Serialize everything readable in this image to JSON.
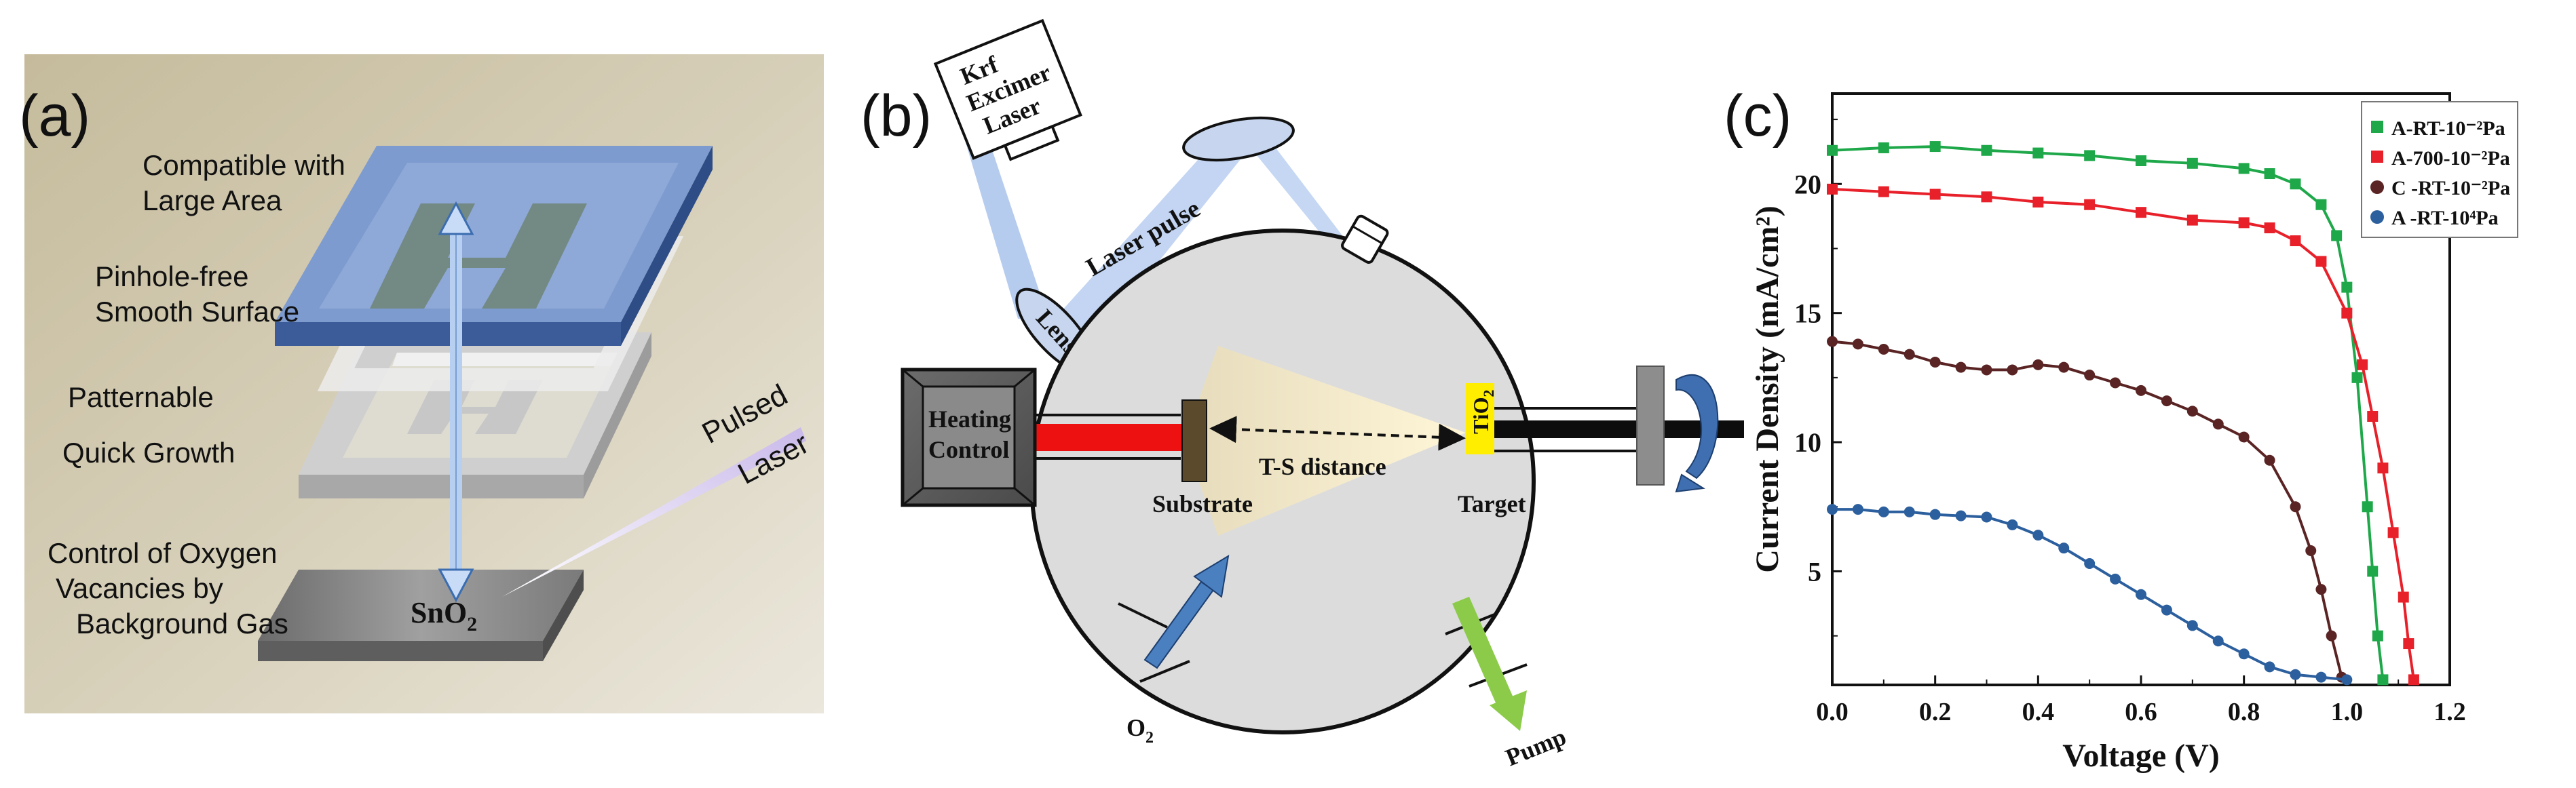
{
  "panel_a": {
    "label": "(a)",
    "texts": {
      "compatible_1": "Compatible with",
      "compatible_2": "Large Area",
      "pinhole_1": "Pinhole-free",
      "pinhole_2": "Smooth Surface",
      "patternable": "Patternable",
      "quick_growth": "Quick Growth",
      "oxygen_1": "Control of Oxygen",
      "oxygen_2": "Vacancies by",
      "oxygen_3": "Background Gas",
      "pulsed": "Pulsed",
      "laser": "Laser",
      "sno2_base": "SnO",
      "sno2_sub": "2"
    }
  },
  "panel_b": {
    "label": "(b)",
    "texts": {
      "krf_1": "Krf",
      "krf_2": "Excimer",
      "krf_3": "Laser",
      "laser_pulse": "Laser pulse",
      "lens": "Lens",
      "heating_1": "Heating",
      "heating_2": "Control",
      "ts_distance": "T-S distance",
      "substrate": "Substrate",
      "target": "Target",
      "tio2_base": "TiO",
      "tio2_sub": "2",
      "o2_base": "O",
      "o2_sub": "2",
      "pump": "Pump"
    }
  },
  "panel_c": {
    "label": "(c)",
    "chart_data": {
      "type": "line",
      "xlabel": "Voltage (V)",
      "ylabel": "Current Density (mA/cm²)",
      "xlim": [
        0,
        1.2
      ],
      "ylim": [
        0.6,
        23.5
      ],
      "xticks": [
        "0.0",
        "0.2",
        "0.4",
        "0.6",
        "0.8",
        "1.0",
        "1.2"
      ],
      "yticks": [
        "5",
        "10",
        "15",
        "20"
      ],
      "legend_position": "top-right",
      "series": [
        {
          "name": "A-RT-10⁻²Pa",
          "color": "#1fa84a",
          "marker": "square",
          "x": [
            0.0,
            0.1,
            0.2,
            0.3,
            0.4,
            0.5,
            0.6,
            0.7,
            0.8,
            0.85,
            0.9,
            0.95,
            0.98,
            1.0,
            1.02,
            1.04,
            1.05,
            1.06,
            1.07
          ],
          "y": [
            21.3,
            21.4,
            21.45,
            21.3,
            21.2,
            21.1,
            20.9,
            20.8,
            20.6,
            20.4,
            20.0,
            19.2,
            18.0,
            16.0,
            12.5,
            7.5,
            5.0,
            2.5,
            0.8
          ]
        },
        {
          "name": "A-700-10⁻²Pa",
          "color": "#e8202a",
          "marker": "square",
          "x": [
            0.0,
            0.1,
            0.2,
            0.3,
            0.4,
            0.5,
            0.6,
            0.7,
            0.8,
            0.85,
            0.9,
            0.95,
            1.0,
            1.03,
            1.05,
            1.07,
            1.09,
            1.11,
            1.12,
            1.13
          ],
          "y": [
            19.8,
            19.7,
            19.6,
            19.5,
            19.3,
            19.2,
            18.9,
            18.6,
            18.5,
            18.3,
            17.8,
            17.0,
            15.0,
            13.0,
            11.0,
            9.0,
            6.5,
            4.0,
            2.2,
            0.8
          ]
        },
        {
          "name": "C -RT-10⁻²Pa",
          "color": "#5a2424",
          "marker": "circle",
          "x": [
            0.0,
            0.05,
            0.1,
            0.15,
            0.2,
            0.25,
            0.3,
            0.35,
            0.4,
            0.45,
            0.5,
            0.55,
            0.6,
            0.65,
            0.7,
            0.75,
            0.8,
            0.85,
            0.9,
            0.93,
            0.95,
            0.97,
            0.99
          ],
          "y": [
            13.9,
            13.8,
            13.6,
            13.4,
            13.1,
            12.9,
            12.8,
            12.8,
            13.0,
            12.9,
            12.6,
            12.3,
            12.0,
            11.6,
            11.2,
            10.7,
            10.2,
            9.3,
            7.5,
            5.8,
            4.3,
            2.5,
            0.9
          ]
        },
        {
          "name": "A -RT-10⁴Pa",
          "color": "#2c5f9e",
          "marker": "circle",
          "x": [
            0.0,
            0.05,
            0.1,
            0.15,
            0.2,
            0.25,
            0.3,
            0.35,
            0.4,
            0.45,
            0.5,
            0.55,
            0.6,
            0.65,
            0.7,
            0.75,
            0.8,
            0.85,
            0.9,
            0.95,
            1.0
          ],
          "y": [
            7.4,
            7.4,
            7.3,
            7.3,
            7.2,
            7.15,
            7.1,
            6.8,
            6.4,
            5.9,
            5.3,
            4.7,
            4.1,
            3.5,
            2.9,
            2.3,
            1.8,
            1.3,
            1.0,
            0.9,
            0.8
          ]
        }
      ]
    }
  },
  "colors": {
    "panel_a_bg": "#cbc2a6",
    "blue_plate": "#7d9bcf",
    "gray_frame": "#d6d6d6",
    "chamber": "#d9d9d9",
    "tio2_target": "#ffee00",
    "red_rod": "#ee1111",
    "pump_arrow": "#8ccb4a",
    "o2_arrow": "#4a7fc0"
  }
}
